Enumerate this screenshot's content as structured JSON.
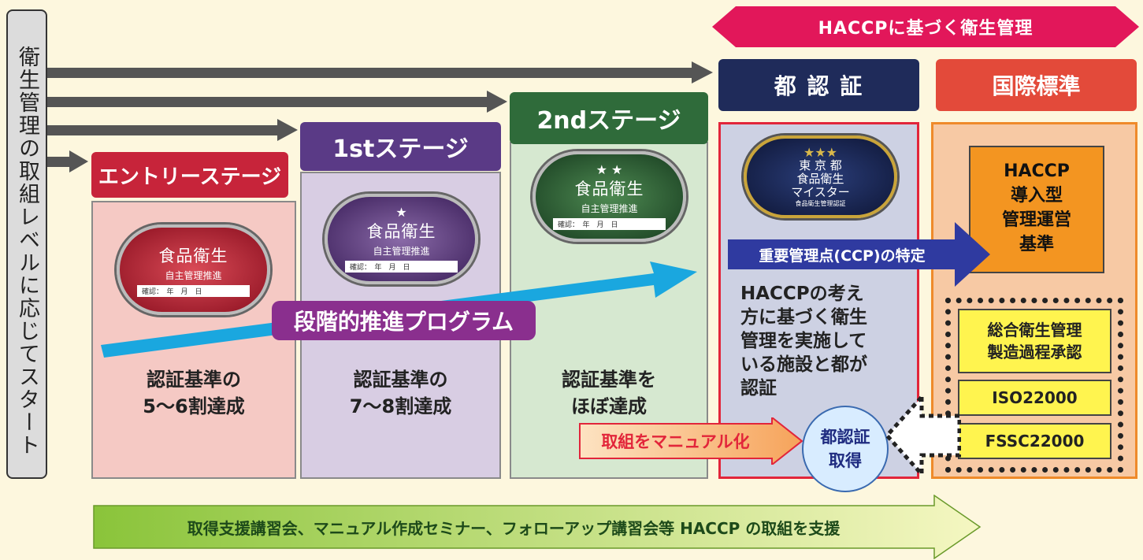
{
  "side_label": "衛生管理の取組レベルに応じてスタート",
  "top_banner": "HACCPに基づく衛生管理",
  "stages": {
    "entry": {
      "title": "エントリーステージ",
      "criteria": "認証基準の\n5〜6割達成",
      "badge": {
        "line1": "食品衛生",
        "line2": "自主管理推進",
        "confirm": "確認：　年　月　日",
        "stars": ""
      }
    },
    "first": {
      "title": "1stステージ",
      "criteria": "認証基準の\n7〜8割達成",
      "badge": {
        "line1": "食品衛生",
        "line2": "自主管理推進",
        "confirm": "確認：　年　月　日",
        "stars": "★"
      }
    },
    "second": {
      "title": "2ndステージ",
      "criteria": "認証基準を\nほぼ達成",
      "badge": {
        "line1": "食品衛生",
        "line2": "自主管理推進",
        "confirm": "確認：　年　月　日",
        "stars": "★ ★"
      }
    },
    "tokyo": {
      "title": "都 認 証",
      "criteria": "HACCPの考え\n方に基づく衛生\n管理を実施して\nいる施設と都が\n認証",
      "badge": {
        "line1": "東 京 都",
        "line2": "食品衛生",
        "line3": "マイスター",
        "sub": "食品衛生管理認証",
        "stars": "★★★"
      }
    }
  },
  "intl": {
    "title": "国際標準",
    "haccp_box": "HACCP\n導入型\n管理運営\n基準",
    "certs": [
      "総合衛生管理\n製造過程承認",
      "ISO22000",
      "FSSC22000"
    ]
  },
  "ccp_arrow": "重要管理点(CCP)の特定",
  "program_label": "段階的推進プログラム",
  "manual_arrow": "取組をマニュアル化",
  "tokyo_circle": "都認証\n取得",
  "bottom_arrow": "取得支援講習会、マニュアル作成セミナー、フォローアップ講習会等 HACCP の取組を支援",
  "colors": {
    "entry": "#c7243a",
    "first": "#5a3a86",
    "second": "#2f6b3a",
    "tokyo": "#1f2b5a",
    "intl": "#e34a3a",
    "banner": "#e2175a",
    "program": "#8a2f8e",
    "ccp": "#2f3aa0",
    "cyan": "#1aa7df"
  }
}
